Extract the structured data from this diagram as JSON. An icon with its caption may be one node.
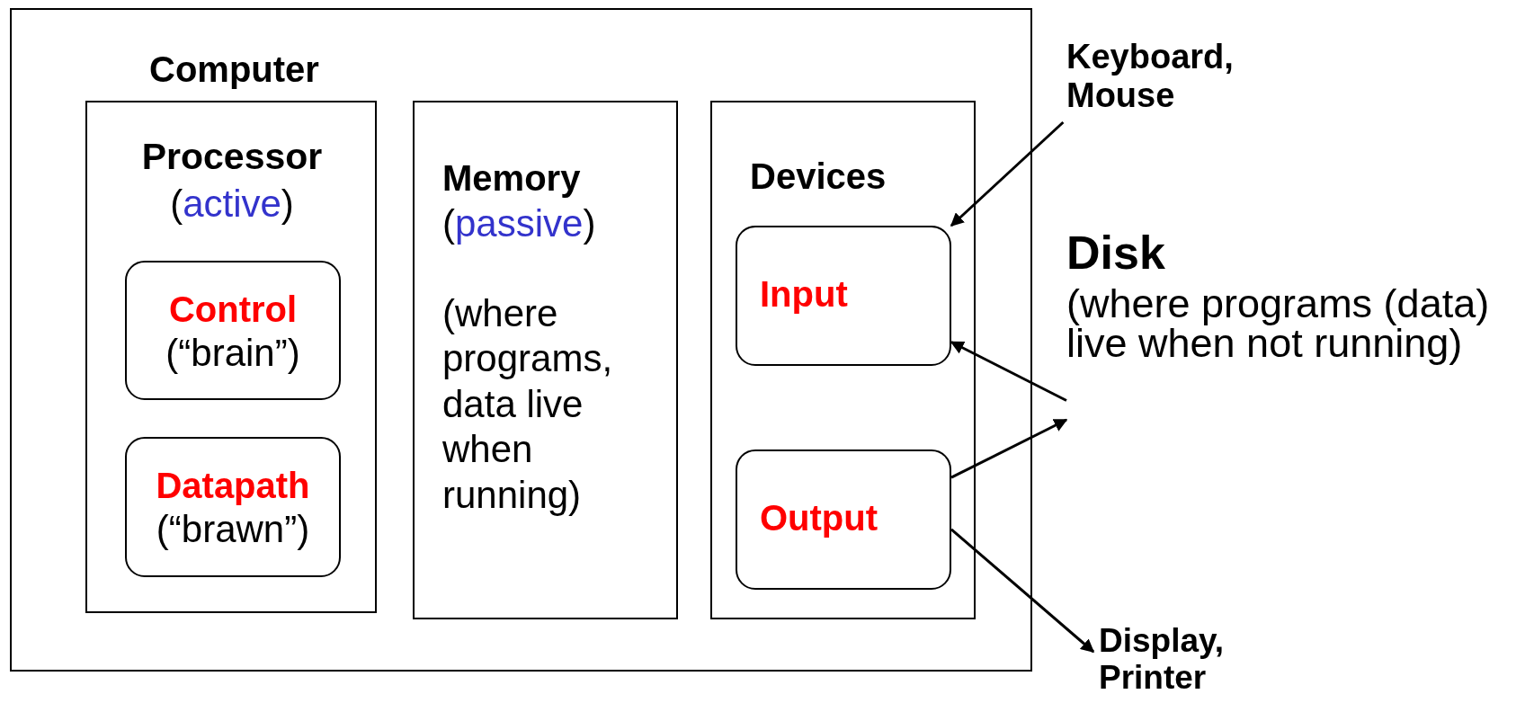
{
  "diagram": {
    "nodes": [
      {
        "text": [
          "Computer"
        ]
      },
      {
        "text": [
          "Processor",
          "(active)"
        ],
        "in": 0
      },
      {
        "text": [
          "Control",
          "(“brain”)"
        ],
        "in": 1
      },
      {
        "text": [
          "Datapath",
          "(“brawn”)"
        ],
        "in": 1
      },
      {
        "text": [
          "Memory",
          "(passive)",
          "(where programs, data live when running)"
        ],
        "in": 0
      },
      {
        "text": [
          "Devices"
        ],
        "in": 0
      },
      {
        "text": [
          "Input"
        ],
        "in": 5
      },
      {
        "text": [
          "Output"
        ],
        "in": 5
      },
      {
        "text": [
          "Keyboard, Mouse"
        ]
      },
      {
        "text": [
          "Disk",
          "(where programs (data) live when not running)"
        ]
      },
      {
        "text": [
          "Display, Printer"
        ]
      }
    ],
    "edges": [
      {
        "from": 8,
        "to": 6,
        "arrow": "to"
      },
      {
        "from": 9,
        "to": 6,
        "arrow": "to"
      },
      {
        "from": 7,
        "to": 9,
        "arrow": "to"
      },
      {
        "from": 7,
        "to": 10,
        "arrow": "to"
      }
    ]
  }
}
